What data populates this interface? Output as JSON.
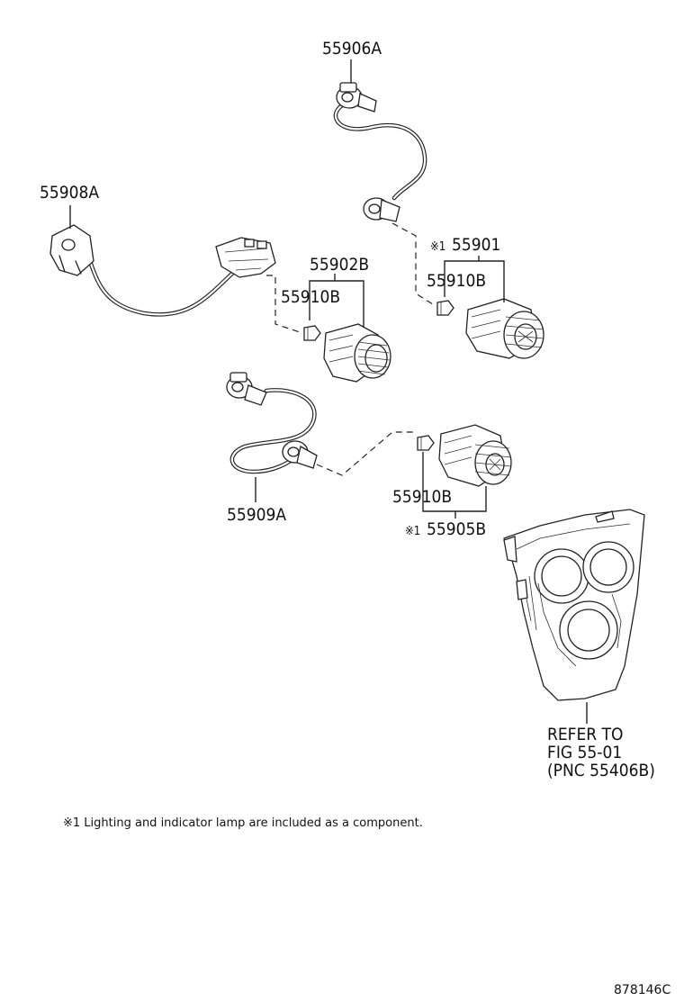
{
  "labels": {
    "p55906A": "55906A",
    "p55908A": "55908A",
    "p55901": "55901",
    "p55901_mark": "※1",
    "p55902B": "55902B",
    "p55910B_a": "55910B",
    "p55910B_b": "55910B",
    "p55910B_c": "55910B",
    "p55909A": "55909A",
    "p55905B": "55905B",
    "p55905B_mark": "※1",
    "refer_line1": "REFER TO",
    "refer_line2": "FIG 55-01",
    "refer_line3": "(PNC 55406B)"
  },
  "footnote": "※1 Lighting and indicator lamp are included as a component.",
  "figure_id": "878146C"
}
